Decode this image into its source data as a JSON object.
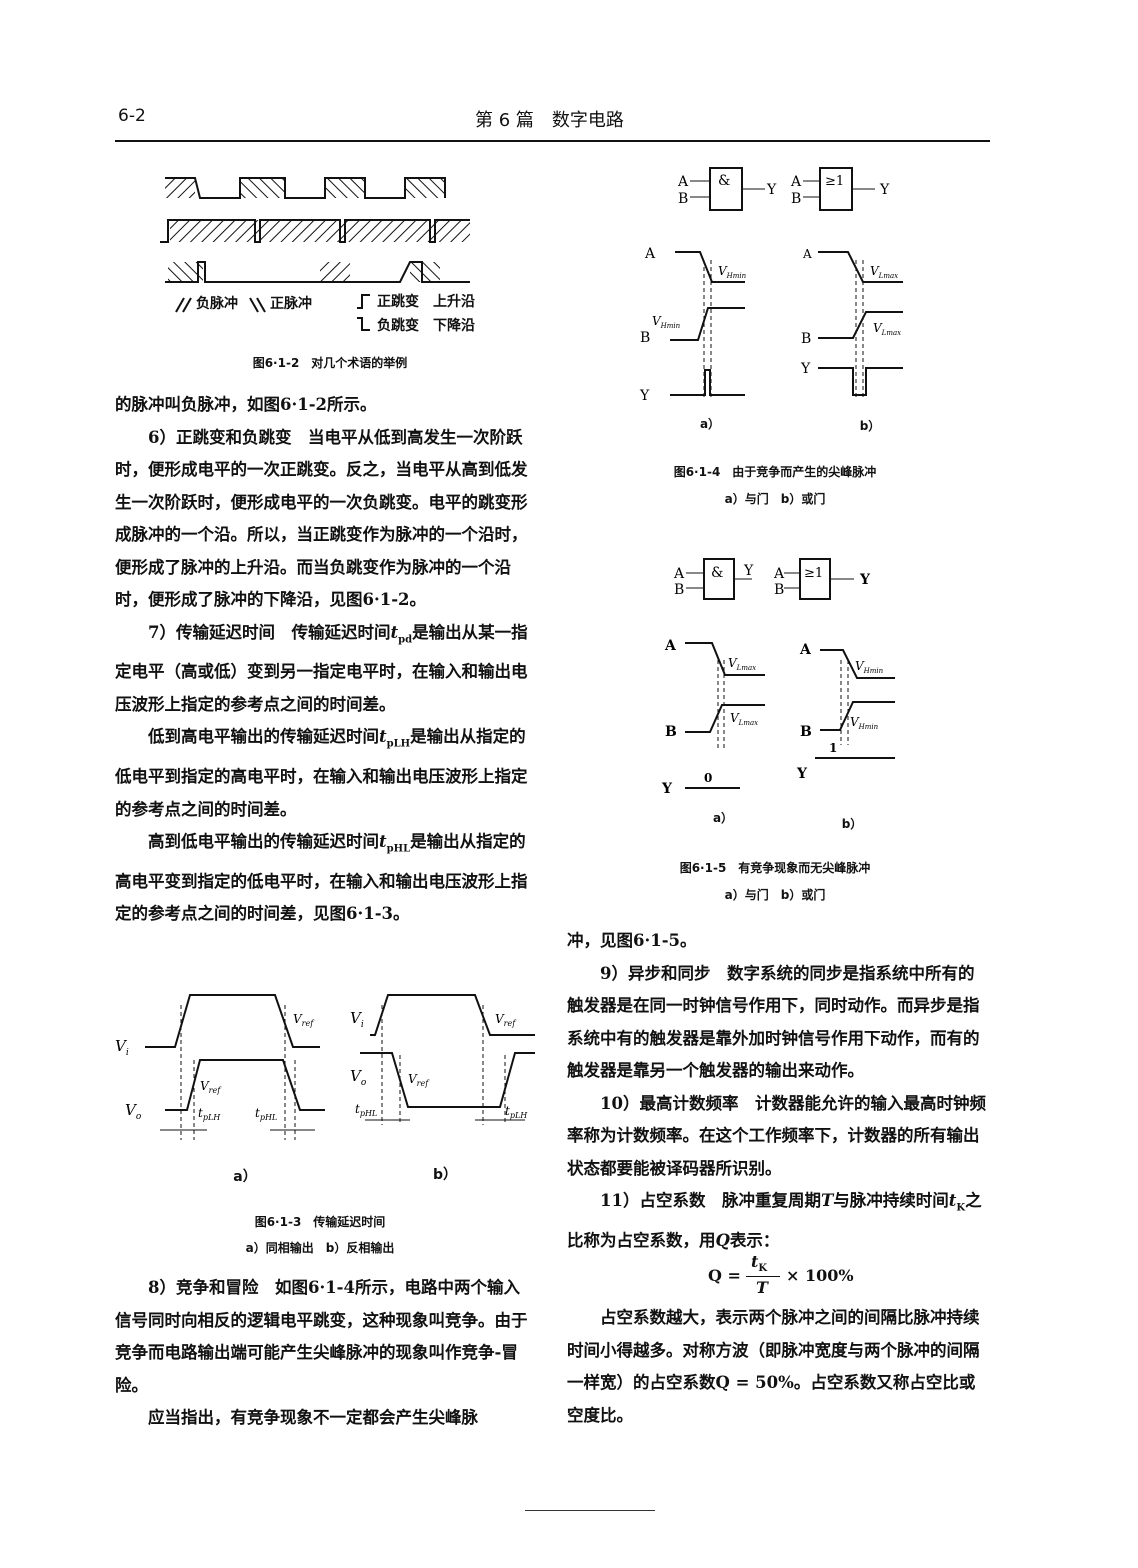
{
  "header": {
    "page_num": "6-2",
    "title": "第 6 篇　数字电路"
  },
  "fig2": {
    "legend_neg": "负脉冲",
    "legend_pos": "正脉冲",
    "legend_rise": "正跳变　上升沿",
    "legend_fall": "负跳变　下降沿",
    "caption": "图6·1-2　对几个术语的举例"
  },
  "left": {
    "p1": "的脉冲叫负脉冲，如图6·1-2所示。",
    "p2": "6）正跳变和负跳变　当电平从低到高发生一次阶跃时，便形成电平的一次正跳变。反之，当电平从高到低发生一次阶跃时，便形成电平的一次负跳变。电平的跳变形成脉冲的一个沿。所以，当正跳变作为脉冲的一个沿时，便形成了脉冲的上升沿。而当负跳变作为脉冲的一个沿时，便形成了脉冲的下降沿，见图6·1-2。",
    "p3a": "7）传输延迟时间　传输延迟时间",
    "p3b": "是输出从某一指定电平（高或低）变到另一指定电平时，在输入和输出电压波形上指定的参考点之间的时间差。",
    "tpd": "t",
    "tpd_sub": "pd",
    "p4a": "低到高电平输出的传输延迟时间",
    "p4b": "是输出从指定的低电平到指定的高电平时，在输入和输出电压波形上指定的参考点之间的时间差。",
    "tplh_sub": "pLH",
    "p5a": "高到低电平输出的传输延迟时间",
    "p5b": "是输出从指定的高电平变到指定的低电平时，在输入和输出电压波形上指定的参考点之间的时间差，见图6·1-3。",
    "tphl_sub": "pHL",
    "p6": "8）竞争和冒险　如图6·1-4所示，电路中两个输入信号同时向相反的逻辑电平跳变，这种现象叫竞争。由于竞争而电路输出端可能产生尖峰脉冲的现象叫作竞争-冒险。",
    "p7": "应当指出，有竞争现象不一定都会产生尖峰脉"
  },
  "fig3": {
    "vi": "V",
    "vi_sub": "i",
    "vo": "V",
    "vo_sub": "o",
    "vref": "V",
    "vref_sub": "ref",
    "t": "t",
    "tplh": "pLH",
    "tphl": "pHL",
    "label_a": "a）",
    "label_b": "b）",
    "caption": "图6·1-3　传输延迟时间",
    "subcaption": "a）同相输出　b）反相输出"
  },
  "fig4": {
    "and_sym": "&",
    "or_sym": "≥1",
    "a": "A",
    "b": "B",
    "y": "Y",
    "v": "V",
    "hmin": "Hmin",
    "lmax": "Lmax",
    "label_a": "a）",
    "label_b": "b）",
    "caption": "图6·1-4　由于竞争而产生的尖峰脉冲",
    "subcaption": "a）与门　b）或门"
  },
  "fig5": {
    "zero": "0",
    "one": "1",
    "label_a": "a）",
    "label_b": "b）",
    "caption": "图6·1-5　有竞争现象而无尖峰脉冲",
    "subcaption": "a）与门　b）或门"
  },
  "right": {
    "p1": "冲，见图6·1-5。",
    "p2": "9）异步和同步　数字系统的同步是指系统中所有的触发器是在同一时钟信号作用下，同时动作。而异步是指系统中有的触发器是靠外加时钟信号作用下动作，而有的触发器是靠另一个触发器的输出来动作。",
    "p3": "10）最高计数频率　计数器能允许的输入最高时钟频率称为计数频率。在这个工作频率下，计数器的所有输出状态都要能被译码器所识别。",
    "p4a": "11）占空系数　脉冲重复周期",
    "p4T": "T",
    "p4b": "与脉冲持续时间",
    "p4c": "之比称为占空系数，用",
    "p4Q": "Q",
    "p4d": "表示：",
    "tk": "t",
    "tk_sub": "K",
    "formula_lhs": "Q =",
    "formula_num": "t",
    "formula_den": "T",
    "formula_rhs": "× 100%",
    "p5": "占空系数越大，表示两个脉冲之间的间隔比脉冲持续时间小得越多。对称方波（即脉冲宽度与两个脉冲的间隔一样宽）的占空系数Q = 50%。占空系数又称占空比或空度比。"
  }
}
